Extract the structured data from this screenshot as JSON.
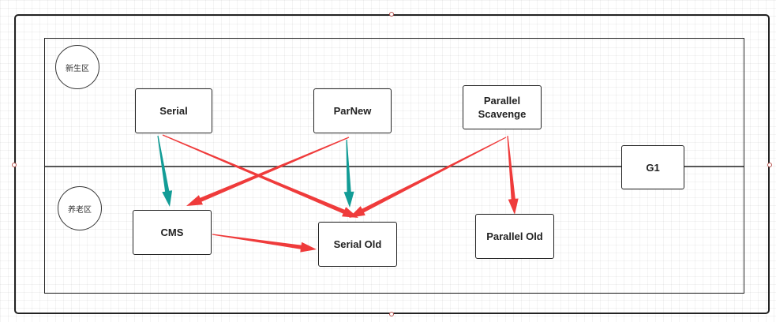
{
  "regions": {
    "young": "新生区",
    "old": "养老区"
  },
  "collectors": {
    "serial": "Serial",
    "parnew": "ParNew",
    "parallel_scavenge_line1": "Parallel",
    "parallel_scavenge_line2": "Scavenge",
    "g1": "G1",
    "cms": "CMS",
    "serial_old": "Serial Old",
    "parallel_old": "Parallel Old"
  },
  "colors": {
    "red_arrow": "#ef3b3b",
    "teal_arrow": "#129c96"
  }
}
